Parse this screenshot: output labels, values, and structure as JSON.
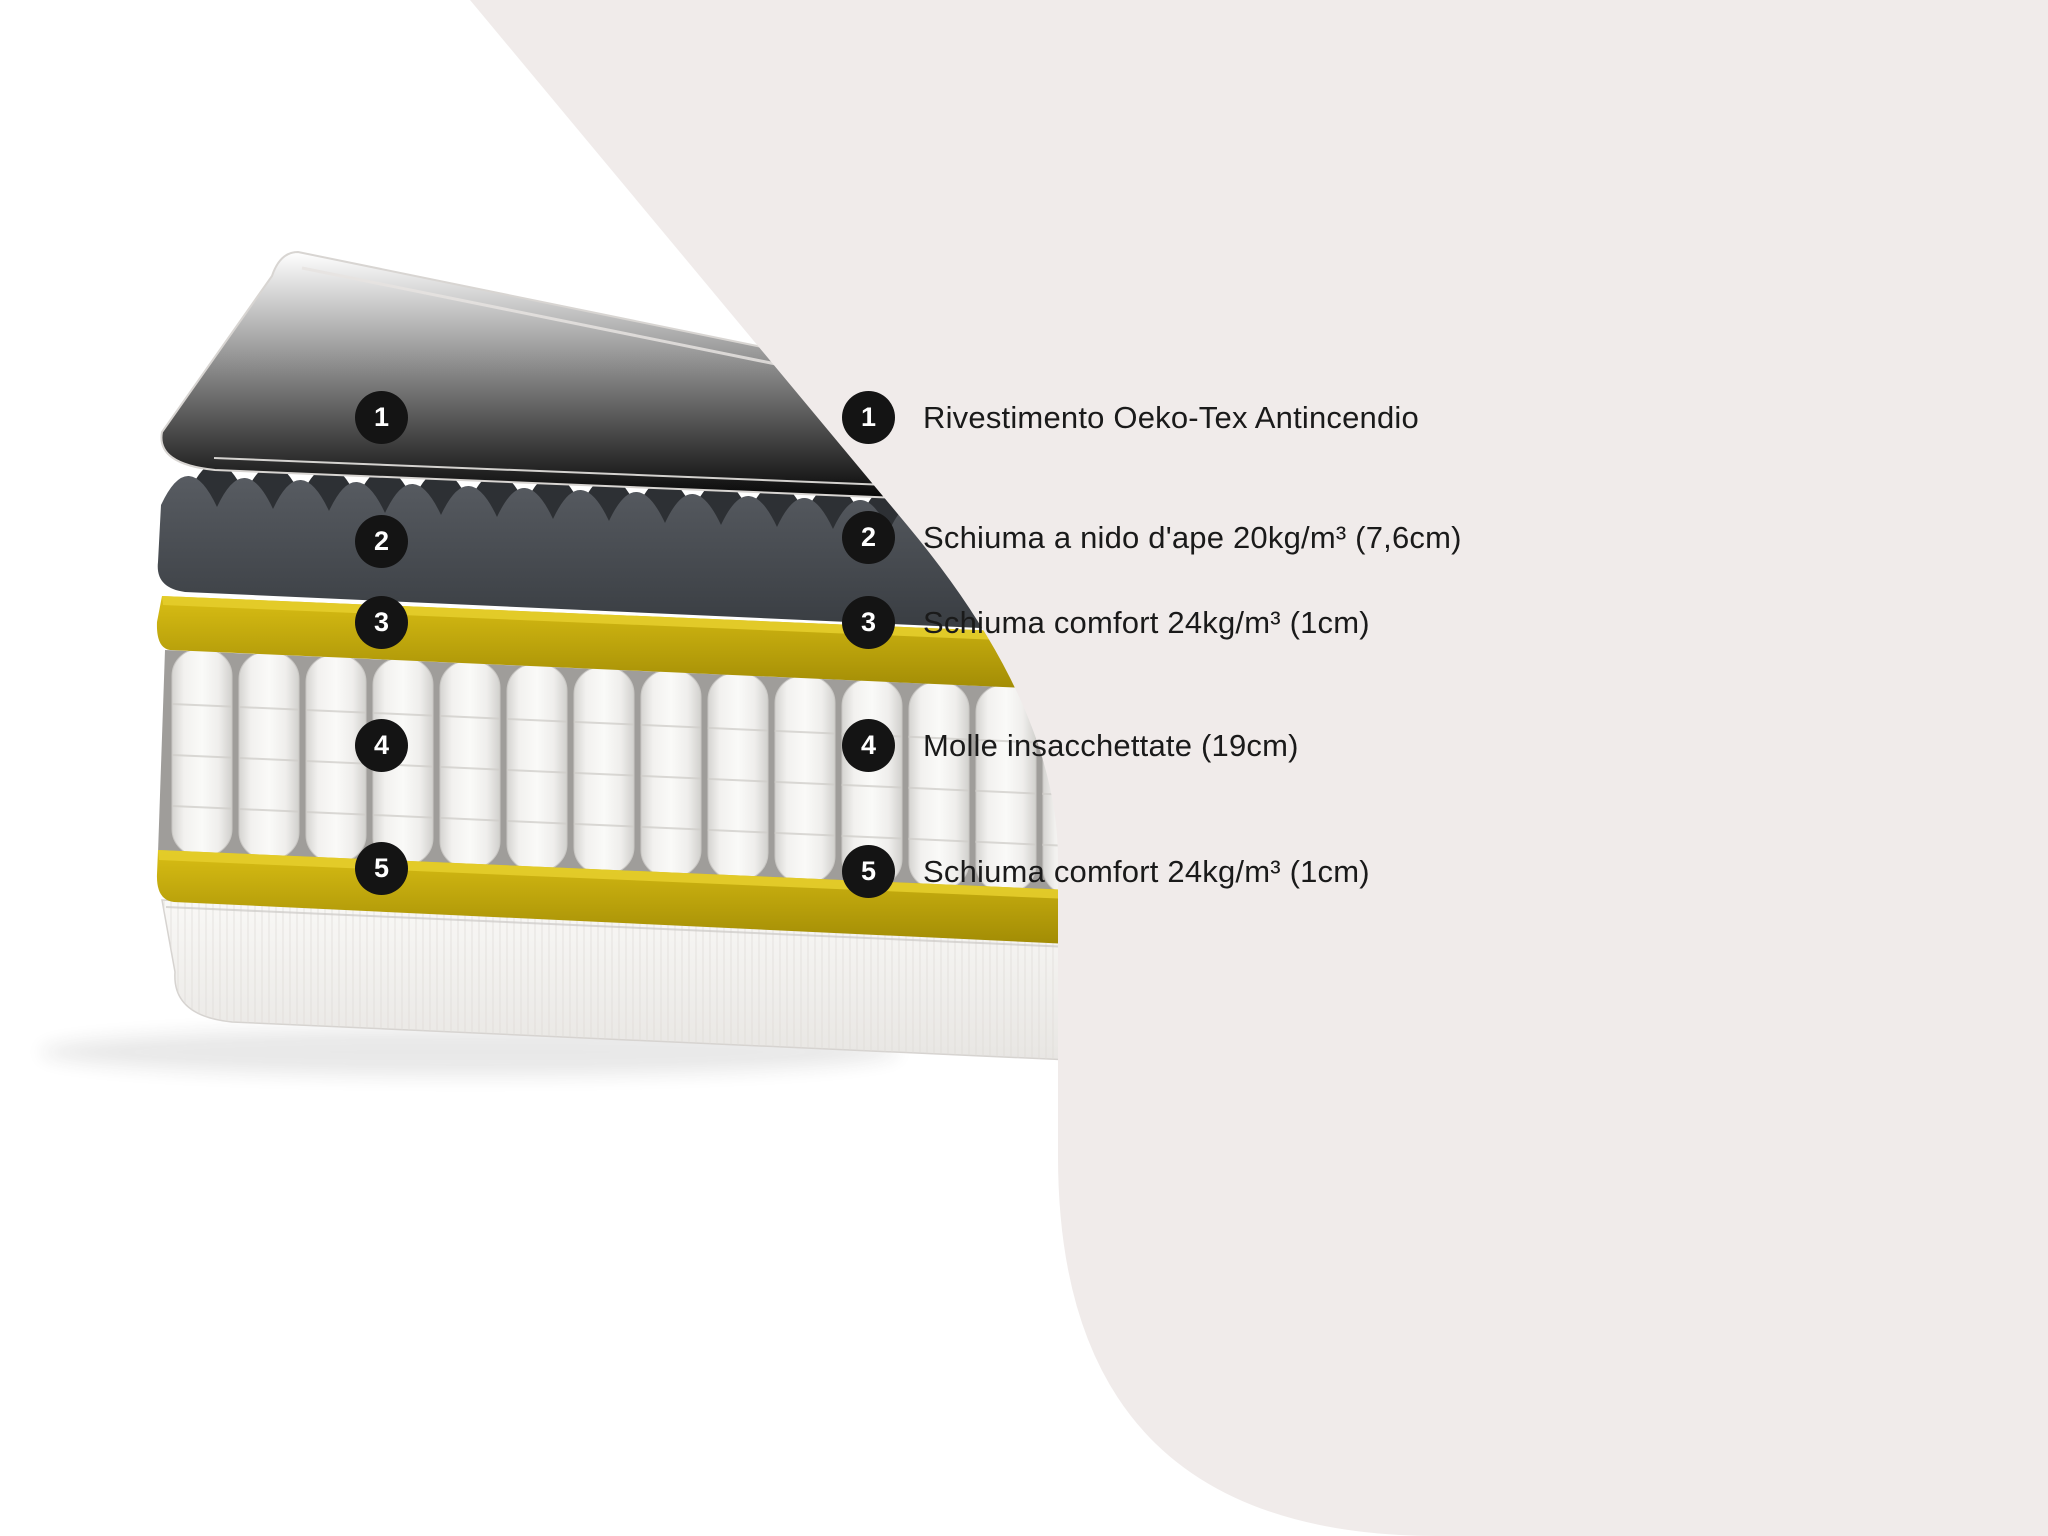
{
  "legend": {
    "items": [
      {
        "number": "1",
        "label": "Rivestimento Oeko-Tex Antincendio"
      },
      {
        "number": "2",
        "label": "Schiuma a nido d'ape 20kg/m³ (7,6cm)"
      },
      {
        "number": "3",
        "label": "Schiuma comfort 24kg/m³ (1cm)"
      },
      {
        "number": "4",
        "label": "Molle insacchettate (19cm)"
      },
      {
        "number": "5",
        "label": "Schiuma comfort 24kg/m³ (1cm)"
      }
    ]
  },
  "colors": {
    "page_background": "#ffffff",
    "panel_background": "#f0ebea",
    "badge_background": "#141414",
    "badge_text": "#ffffff",
    "label_text": "#1a1a1a",
    "top_cover": "#fbfaf8",
    "egg_crate_foam": "#45494e",
    "comfort_foam_yellow": "#c2a50d",
    "pocket_spring": "#f2f1ef",
    "bottom_cover": "#f5f4f2"
  }
}
